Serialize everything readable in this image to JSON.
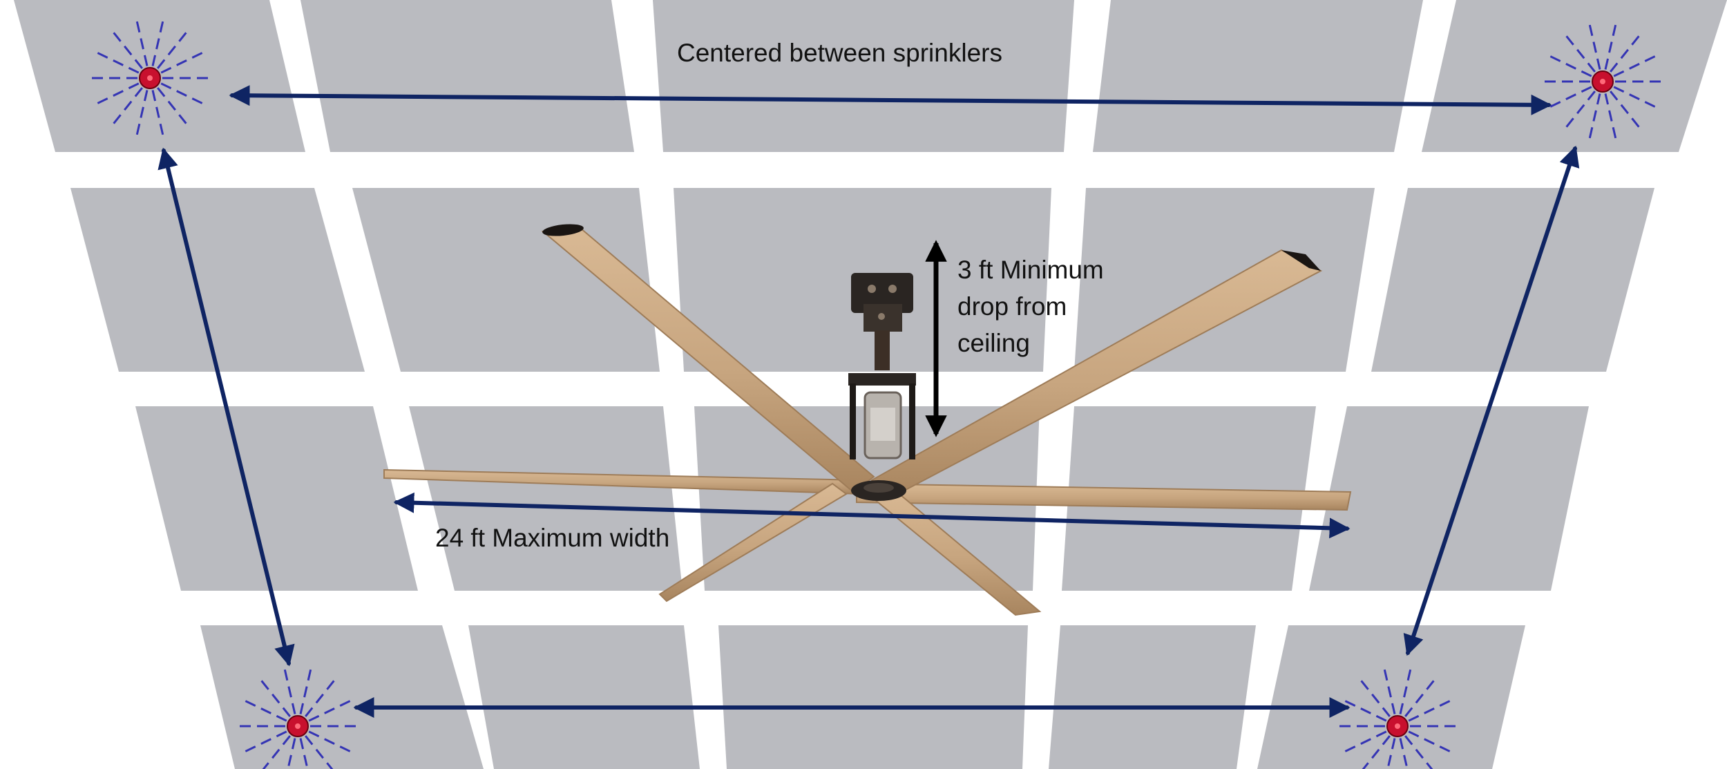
{
  "labels": {
    "sprinkler_spacing": "Centered between sprinklers",
    "drop_line1": "3 ft Minimum",
    "drop_line2": "drop from",
    "drop_line3": "ceiling",
    "max_width": "24 ft Maximum width"
  },
  "colors": {
    "ceiling_tile": "#babbc0",
    "grid": "#ffffff",
    "dimension_arrow": "#0f2463",
    "drop_arrow": "#000000",
    "sprinkler_head": "#c8102e",
    "sprinkler_spray": "#3434b4",
    "fan_blade": "#c7a57f",
    "fan_blade_shadow": "#9e7c58",
    "fan_motor": "#2a2522"
  },
  "icons": {
    "sprinkler": "sprinkler-icon",
    "fan": "ceiling-fan"
  }
}
